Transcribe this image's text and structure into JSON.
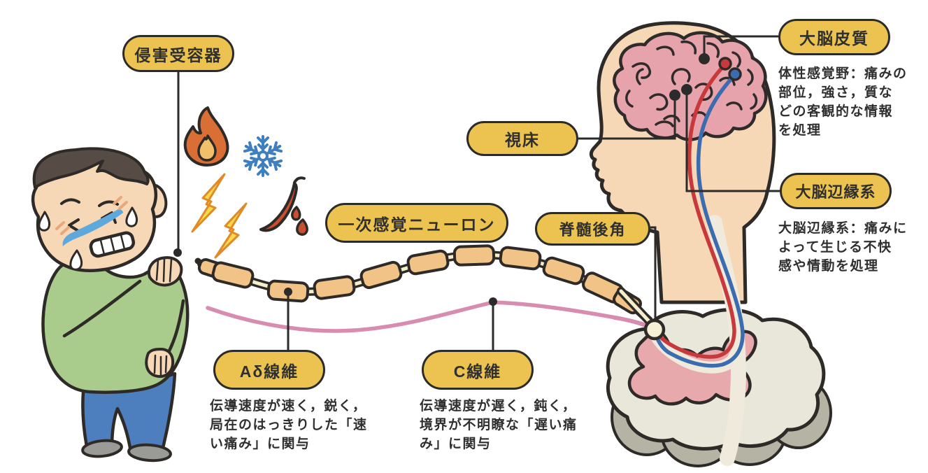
{
  "labels": {
    "nociceptor": "侵害受容器",
    "thalamus": "視床",
    "primary_sensory_neuron": "一次感覚ニューロン",
    "spinal_dorsal_horn": "脊髄後角",
    "cerebral_cortex": "大脳皮質",
    "limbic_system": "大脳辺縁系",
    "a_delta_fiber": "Aδ線維",
    "c_fiber": "C線維"
  },
  "notes": {
    "cortex": {
      "lines": [
        "体性感覚野：痛みの",
        "部位，強さ，質な",
        "どの客観的な情報",
        "を処理"
      ]
    },
    "limbic": {
      "lines": [
        "大脳辺縁系：痛みに",
        "よって生じる不快",
        "感や情動を処理"
      ]
    },
    "a_delta": {
      "lines": [
        "伝導速度が速く，鋭く，",
        "局在のはっきりした「速",
        "い痛み」に関与"
      ]
    },
    "c_fiber": {
      "lines": [
        "伝導速度が遅く，鈍く，",
        "境界が不明瞭な「遅い痛",
        "み」に関与"
      ]
    }
  },
  "icons": [
    "fire-icon",
    "snowflake-icon",
    "lightning-icon",
    "chili-pepper-icon"
  ],
  "colors": {
    "label_bg": "#ecc351",
    "label_border": "#2b2b2b",
    "fast_pain_red": "#c8393b",
    "slow_pain_blue": "#3c6cb0",
    "c_fiber_pink": "#d78cb0",
    "myelin_tan": "#f1c387",
    "skin": "#f6d7b6",
    "shirt_green": "#a9cb8b",
    "pants_blue": "#4d7fbe",
    "brain_pink": "#e6a3ab",
    "cord_light": "#e9e6da",
    "cord_shadow": "#b5b3a4",
    "gray_matter_pink": "#e8a9ad"
  }
}
